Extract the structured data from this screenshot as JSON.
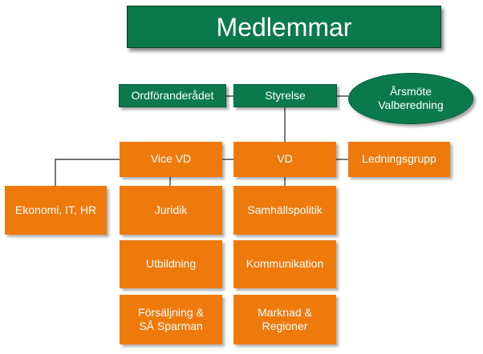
{
  "title": "Medlemmar",
  "governance": {
    "ordforanderadet": "Ordföranderådet",
    "styrelse": "Styrelse",
    "arsmote_line1": "Årsmöte",
    "arsmote_line2": "Valberedning"
  },
  "management": {
    "vice_vd": "Vice VD",
    "vd": "VD",
    "ledningsgrupp": "Ledningsgrupp"
  },
  "departments": {
    "ekonomi": "Ekonomi, IT, HR",
    "juridik": "Juridik",
    "utbildning": "Utbildning",
    "forsaljning_line1": "Försäljning &",
    "forsaljning_line2": "SÅ Sparman",
    "samhallspolitik": "Samhällspolitik",
    "kommunikation": "Kommunikation",
    "marknad_line1": "Marknad &",
    "marknad_line2": "Regioner"
  },
  "colors": {
    "green": "#0a7a4e",
    "orange": "#ee7a0c",
    "connector": "#222222"
  }
}
